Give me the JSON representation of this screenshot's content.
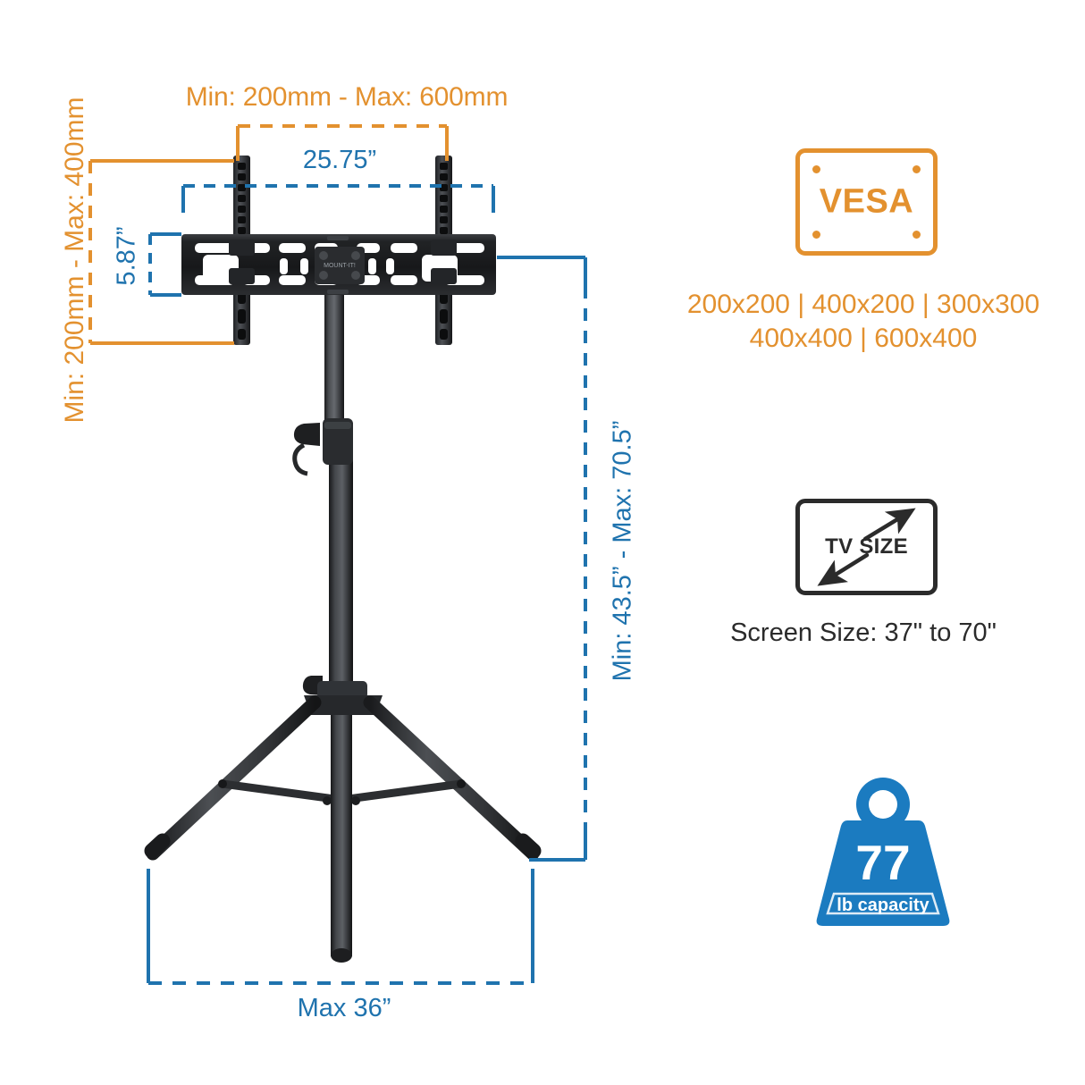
{
  "diagram": {
    "title_context": "TV tripod floor stand dimension diagram",
    "dimensions": {
      "vesa_span_label": "Min: 200mm - Max: 600mm",
      "vesa_vertical_label": "Min: 200mm - Max: 400mm",
      "bracket_width": "25.75”",
      "bracket_plate_height": "5.87”",
      "height_range": "Min: 43.5” - Max: 70.5”",
      "base_width": "Max 36”"
    }
  },
  "specs": {
    "vesa": {
      "icon_name": "vesa-plate-icon",
      "badge_word": "VESA",
      "patterns_line1": "200x200 | 400x200 | 300x300",
      "patterns_line2": "400x400 | 600x400"
    },
    "tv_size": {
      "icon_name": "tv-size-icon",
      "badge_word": "TV SIZE",
      "caption": "Screen Size: 37\" to 70\""
    },
    "capacity": {
      "icon_name": "weight-capacity-icon",
      "value": "77",
      "unit": "lb capacity"
    }
  },
  "colors": {
    "orange": "#E3912F",
    "blue": "#1F73AE",
    "dark": "#2B2B2B",
    "badge_blue": "#1B7BC0",
    "product_black": "#2E2F31",
    "background": "#FFFFFF"
  }
}
